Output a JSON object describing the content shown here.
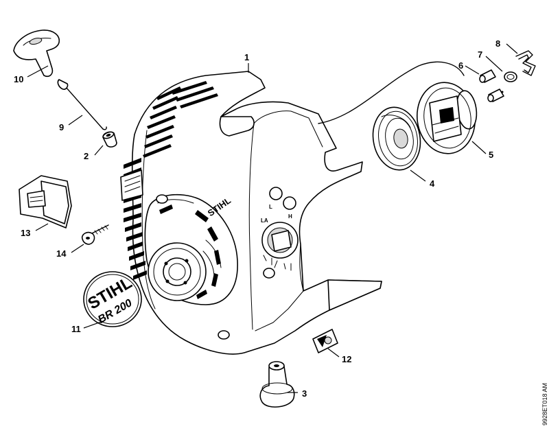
{
  "callouts": {
    "p1": "1",
    "p2": "2",
    "p3": "3",
    "p4": "4",
    "p5": "5",
    "p6": "6",
    "p7": "7",
    "p8": "8",
    "p9": "9",
    "p10": "10",
    "p11": "11",
    "p12": "12",
    "p13": "13",
    "p14": "14"
  },
  "labels": {
    "housing_brand": "STIHL",
    "badge_brand": "STIHL",
    "badge_model": "BR 200",
    "adjust_l": "L",
    "adjust_h": "H",
    "adjust_la": "LA",
    "drawing_code": "9928ET018 AM"
  }
}
